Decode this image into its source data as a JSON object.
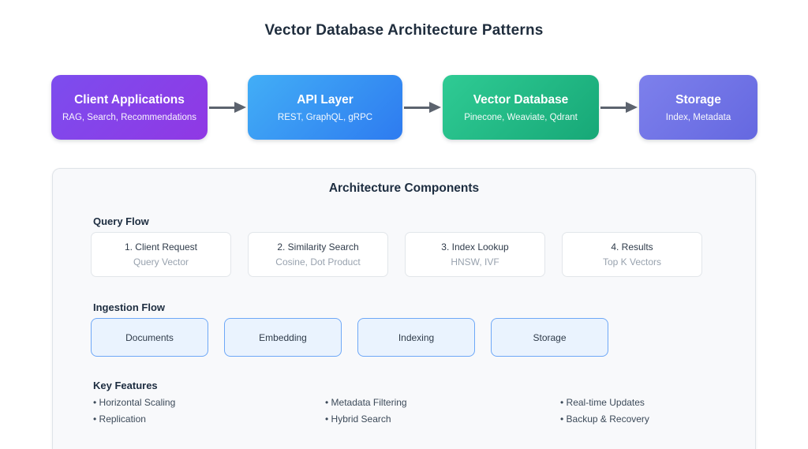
{
  "title": "Vector Database Architecture Patterns",
  "flow": {
    "nodes": [
      {
        "title": "Client Applications",
        "subtitle": "RAG, Search, Recommendations",
        "gradient_from": "#7c4dee",
        "gradient_to": "#9038e4"
      },
      {
        "title": "API Layer",
        "subtitle": "REST, GraphQL, gRPC",
        "gradient_from": "#42aef6",
        "gradient_to": "#2e7bf0"
      },
      {
        "title": "Vector Database",
        "subtitle": "Pinecone, Weaviate, Qdrant",
        "gradient_from": "#2fcb94",
        "gradient_to": "#17a877"
      },
      {
        "title": "Storage",
        "subtitle": "Index, Metadata",
        "gradient_from": "#7d80ec",
        "gradient_to": "#6568e0"
      }
    ]
  },
  "panel": {
    "title": "Architecture Components",
    "query_flow": {
      "heading": "Query Flow",
      "cards": [
        {
          "title": "1. Client Request",
          "subtitle": "Query Vector"
        },
        {
          "title": "2. Similarity Search",
          "subtitle": "Cosine, Dot Product"
        },
        {
          "title": "3. Index Lookup",
          "subtitle": "HNSW, IVF"
        },
        {
          "title": "4. Results",
          "subtitle": "Top K Vectors"
        }
      ]
    },
    "ingestion_flow": {
      "heading": "Ingestion Flow",
      "stages": [
        "Documents",
        "Embedding",
        "Indexing",
        "Storage"
      ]
    },
    "key_features": {
      "heading": "Key Features",
      "items": [
        "Horizontal Scaling",
        "Metadata Filtering",
        "Real-time Updates",
        "Replication",
        "Hybrid Search",
        "Backup & Recovery"
      ]
    }
  },
  "colors": {
    "title": "#1f2d3d",
    "heading": "#1d2d40",
    "arrow": "#5c636e",
    "panel_bg": "#f8f9fb",
    "panel_border": "#dfe3e8",
    "card_border": "#e2e6ea",
    "subtitle_gray": "#98a2ae",
    "ingestion_bg": "#eaf3fe",
    "ingestion_border": "#6ea8f7"
  }
}
